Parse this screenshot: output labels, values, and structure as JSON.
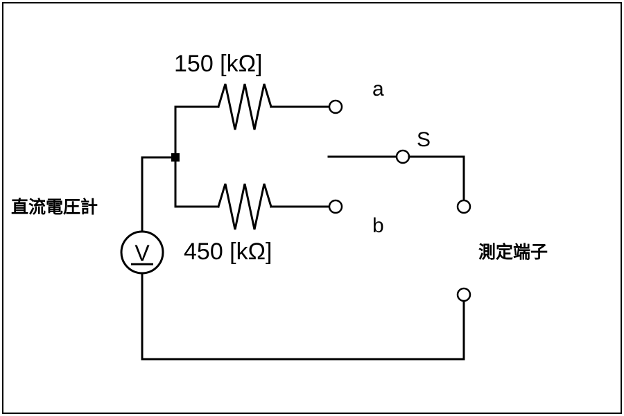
{
  "labels": {
    "r1": "150 [kΩ]",
    "r2": "450 [kΩ]",
    "terminal_a": "a",
    "terminal_b": "b",
    "switch": "S",
    "voltmeter": "直流電圧計",
    "measure_terminals": "測定端子",
    "meter_symbol": "V"
  }
}
